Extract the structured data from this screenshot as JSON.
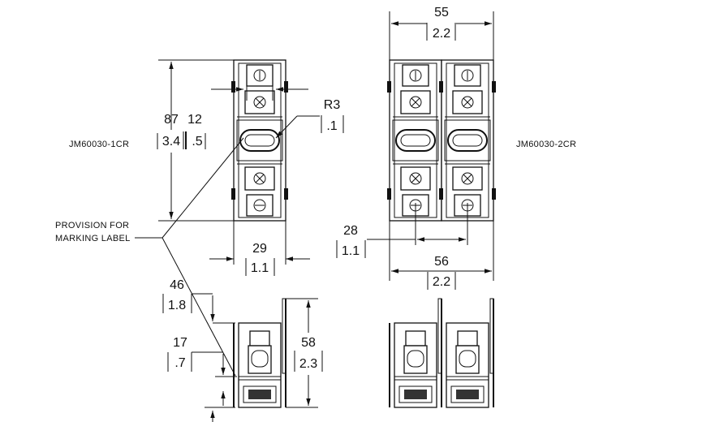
{
  "labels": {
    "single_model": "JM60030-1CR",
    "double_model": "JM60030-2CR",
    "provision_line1": "PROVISION FOR",
    "provision_line2": "MARKING LABEL"
  },
  "dimensions": {
    "height_87": {
      "mm": "87",
      "in": "3.4"
    },
    "width_12": {
      "mm": "12",
      "in": ".5"
    },
    "radius_r3": {
      "mm": "R3",
      "in": ".1"
    },
    "width_29": {
      "mm": "29",
      "in": "1.1"
    },
    "width_55": {
      "mm": "55",
      "in": "2.2"
    },
    "pitch_28": {
      "mm": "28",
      "in": "1.1"
    },
    "width_56": {
      "mm": "56",
      "in": "2.2"
    },
    "height_46": {
      "mm": "46",
      "in": "1.8"
    },
    "height_17": {
      "mm": "17",
      "in": ".7"
    },
    "height_58": {
      "mm": "58",
      "in": "2.3"
    }
  },
  "colors": {
    "line": "#111111",
    "background": "#ffffff"
  }
}
